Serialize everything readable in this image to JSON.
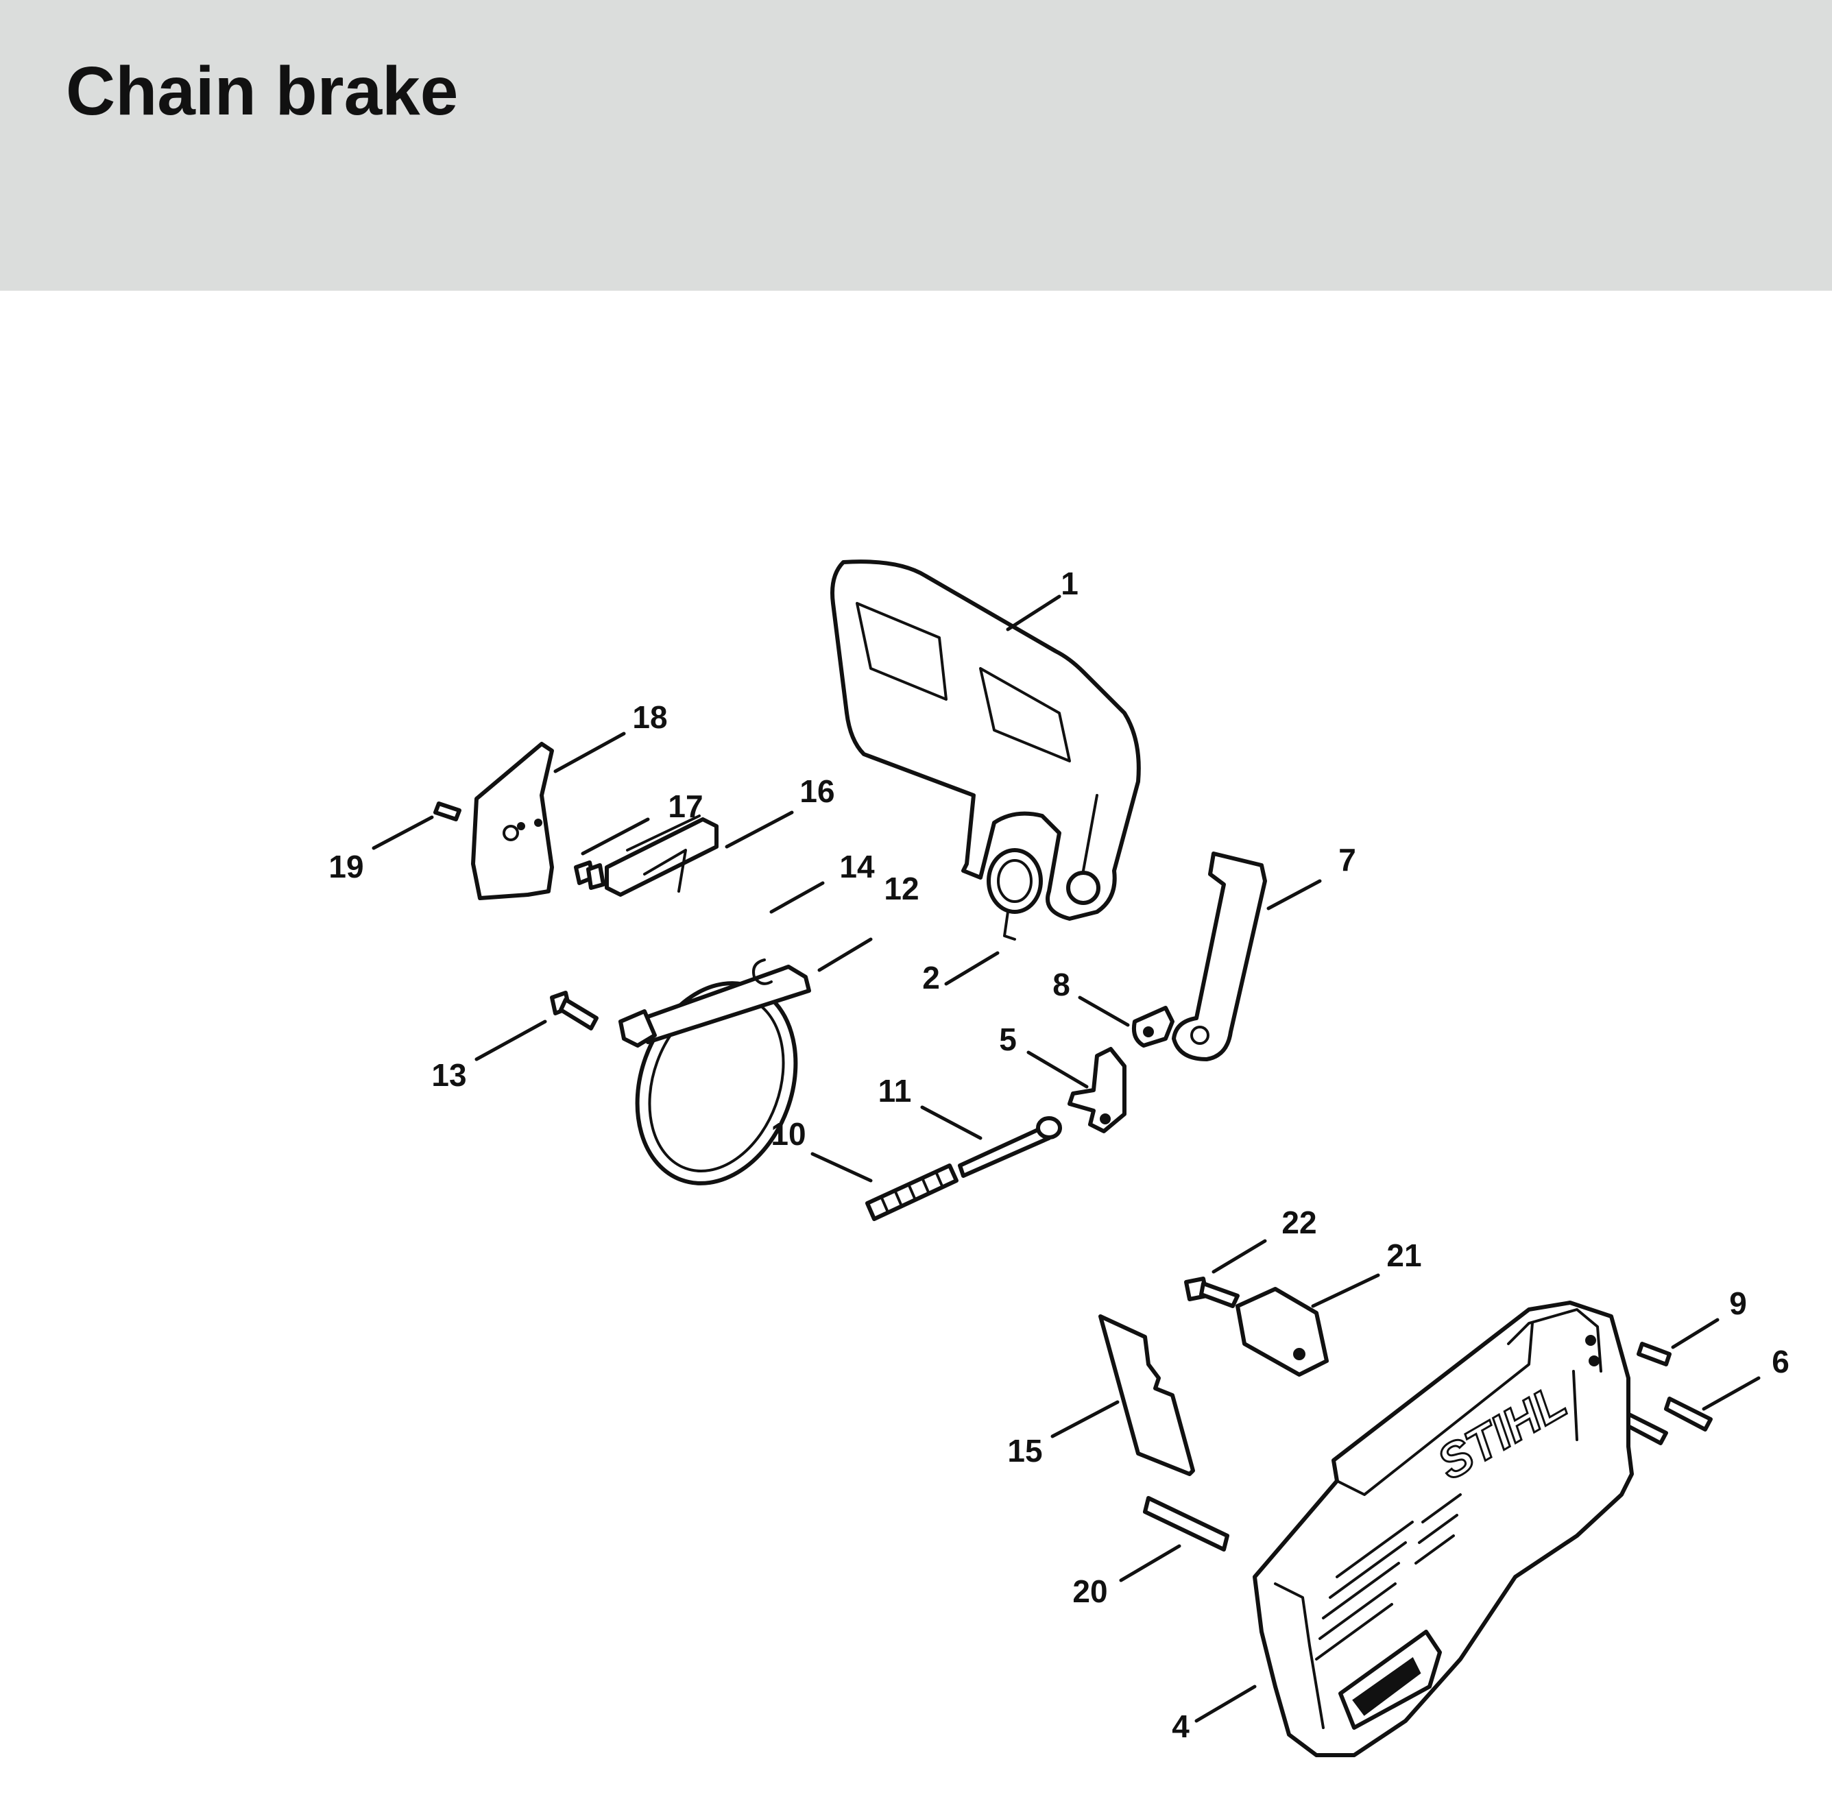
{
  "title": "Chain brake",
  "colors": {
    "header_bg": "#dbdddc",
    "ink": "#111111",
    "page_bg": "#ffffff"
  },
  "logo_text": "STIHL",
  "callouts": [
    "1",
    "2",
    "4",
    "5",
    "6",
    "7",
    "8",
    "9",
    "10",
    "11",
    "12",
    "13",
    "14",
    "15",
    "16",
    "17",
    "18",
    "19",
    "20",
    "21",
    "22"
  ]
}
